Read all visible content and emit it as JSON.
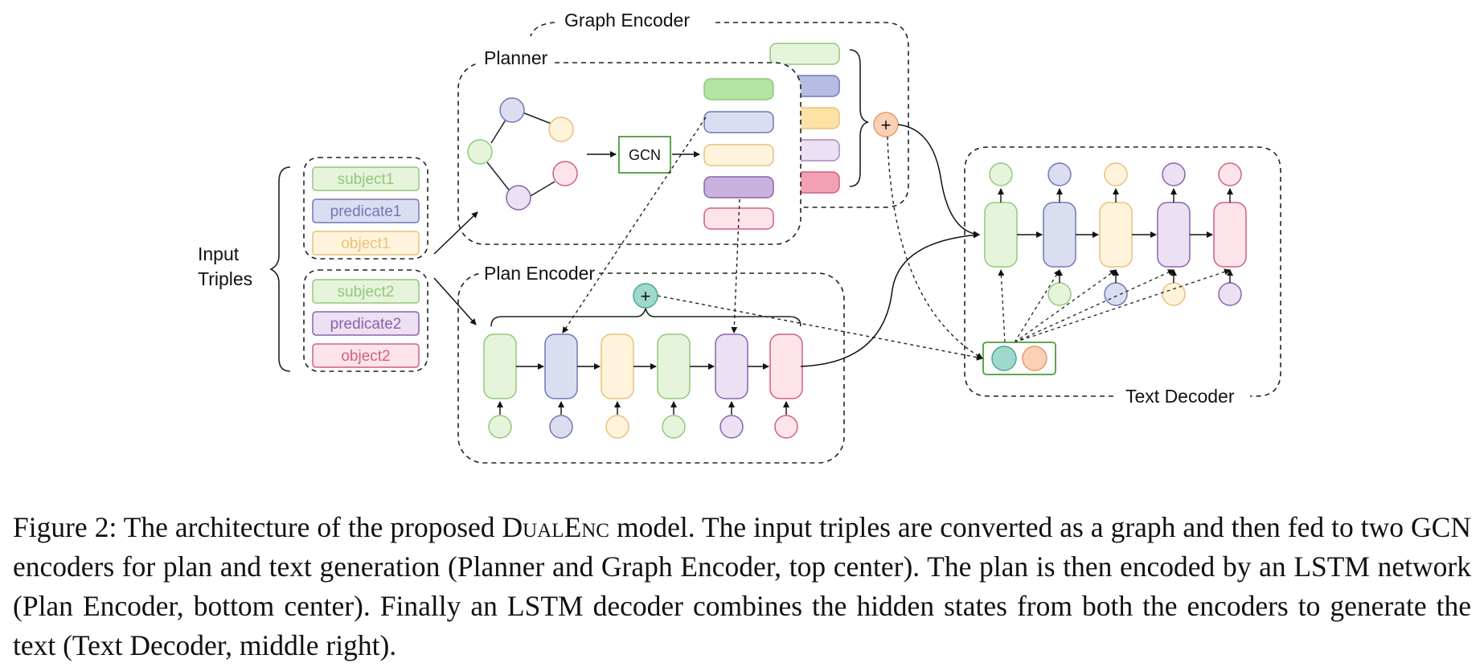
{
  "diagram": {
    "graph_encoder_label": "Graph Encoder",
    "planner_label": "Planner",
    "gcn_label": "GCN",
    "plan_encoder_label": "Plan Encoder",
    "text_decoder_label": "Text Decoder",
    "input_label_line1": "Input",
    "input_label_line2": "Triples",
    "plus_symbol": "+",
    "triples": [
      {
        "label": "subject1",
        "color": "#92c87a"
      },
      {
        "label": "predicate1",
        "color": "#6f78b7"
      },
      {
        "label": "object1",
        "color": "#eabf7a"
      },
      {
        "label": "subject2",
        "color": "#92c87a"
      },
      {
        "label": "predicate2",
        "color": "#8a62ad"
      },
      {
        "label": "object2",
        "color": "#d1607d"
      }
    ],
    "colors": {
      "green": "#e6f4dc",
      "blue": "#dbddf1",
      "yellow": "#fff4db",
      "purple": "#ece0f3",
      "pink": "#fde3ea",
      "teal": "#9fd9cb",
      "orange": "#fad1b6"
    }
  },
  "caption": {
    "prefix": "Figure 2: The architecture of the proposed ",
    "model_name": "DualEnc",
    "rest": " model. The input triples are converted as a graph and then fed to two GCN encoders for plan and text generation (Planner and Graph Encoder, top center). The plan is then encoded by an LSTM network (Plan Encoder, bottom center). Finally an LSTM decoder combines the hidden states from both the encoders to generate the text (Text Decoder, middle right)."
  }
}
